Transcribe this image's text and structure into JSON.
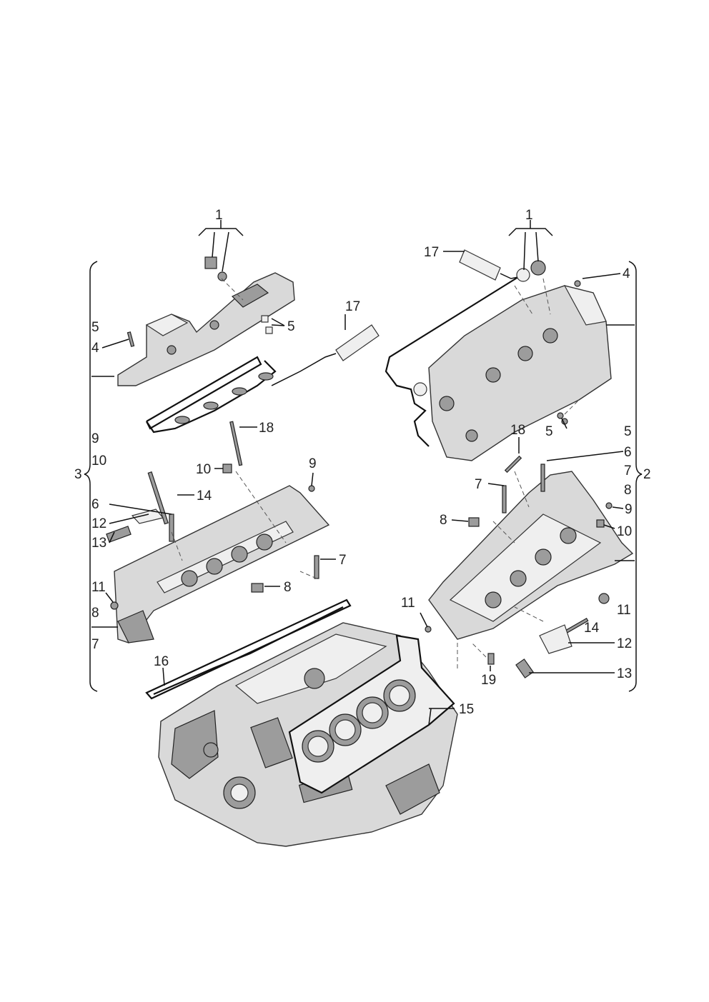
{
  "diagram": {
    "callouts": {
      "c1_left": "1",
      "c1_right": "1",
      "c2": "2",
      "c3": "3",
      "c4_left": "4",
      "c4_right": "4",
      "c5_left_top": "5",
      "c5_left_cover": "5",
      "c5_right_cover": "5",
      "c5_right_group": "5",
      "c6_left": "6",
      "c6_right": "6",
      "c7_left_group": "7",
      "c7_left": "7",
      "c7_right_group": "7",
      "c7_right": "7",
      "c8_left_group": "8",
      "c8_left": "8",
      "c8_right_group": "8",
      "c8_right": "8",
      "c9_left_group": "9",
      "c9_left": "9",
      "c9_right": "9",
      "c10_left_group": "10",
      "c10_left": "10",
      "c10_right": "10",
      "c11_left": "11",
      "c11_right_a": "11",
      "c11_right_b": "11",
      "c12_left": "12",
      "c12_right": "12",
      "c13_left": "13",
      "c13_right": "13",
      "c14_left": "14",
      "c14_right": "14",
      "c15": "15",
      "c16": "16",
      "c17_left": "17",
      "c17_right": "17",
      "c18_left": "18",
      "c18_right": "18",
      "c19": "19"
    }
  }
}
